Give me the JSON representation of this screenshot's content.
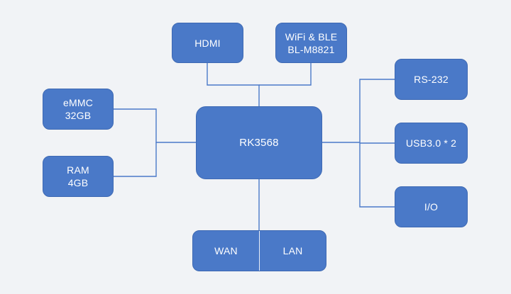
{
  "blocks": {
    "hdmi": {
      "label": "HDMI"
    },
    "wifi": {
      "line1": "WiFi & BLE",
      "line2": "BL-M8821"
    },
    "emmc": {
      "line1": "eMMC",
      "line2": "32GB"
    },
    "ram": {
      "line1": "RAM",
      "line2": "4GB"
    },
    "soc": {
      "label": "RK3568"
    },
    "rs232": {
      "label": "RS-232"
    },
    "usb": {
      "label": "USB3.0 * 2"
    },
    "io": {
      "label": "I/O"
    },
    "wan": {
      "label": "WAN"
    },
    "lan": {
      "label": "LAN"
    }
  },
  "colors": {
    "block_fill": "#4a79c8",
    "block_text": "#ffffff",
    "connector": "#4a79c8",
    "background": "#f1f3f6"
  }
}
